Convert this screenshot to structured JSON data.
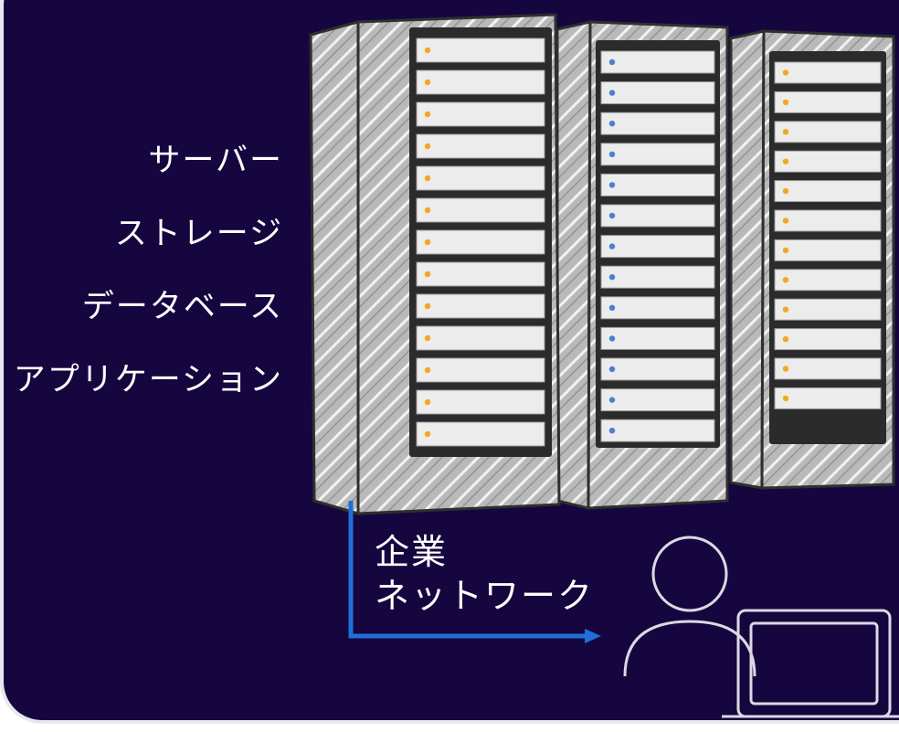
{
  "colors": {
    "background": "#16063f",
    "rack_fill": "#c9c9c9",
    "rack_stroke": "#2f2f2f",
    "drive_fill": "#ececec",
    "led_orange": "#f5a623",
    "led_blue": "#4a7fd1",
    "arrow": "#1e6fd6",
    "icon_stroke": "#d9d9e3"
  },
  "labels": [
    "サーバー",
    "ストレージ",
    "データベース",
    "アプリケーション"
  ],
  "network": {
    "line1": "企業",
    "line2": "ネットワーク"
  },
  "racks": [
    {
      "name": "rack-1",
      "led_color": "orange",
      "drive_count": 13
    },
    {
      "name": "rack-2",
      "led_color": "blue",
      "drive_count": 13
    },
    {
      "name": "rack-3",
      "led_color": "orange",
      "drive_count": 12
    }
  ]
}
